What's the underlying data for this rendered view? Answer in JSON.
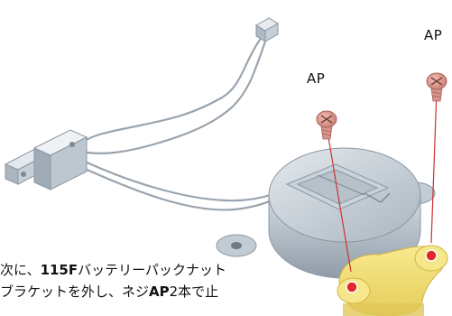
{
  "labels": {
    "ap_left": "AP",
    "ap_right": "AP"
  },
  "caption": {
    "line1_pre": "次に、",
    "line1_bold": "115F",
    "line1_post": "バッテリーパックナット",
    "line2_pre": "ブラケットを外し、ネジ",
    "line2_bold": "AP",
    "line2_post": "2本で止"
  },
  "colors": {
    "part_gray": "#aeb9c4",
    "wire": "#9aa4ae",
    "bracket_yellow": "#f4e07a",
    "marker_red": "#e02a2a",
    "screw": "#d89a90"
  }
}
